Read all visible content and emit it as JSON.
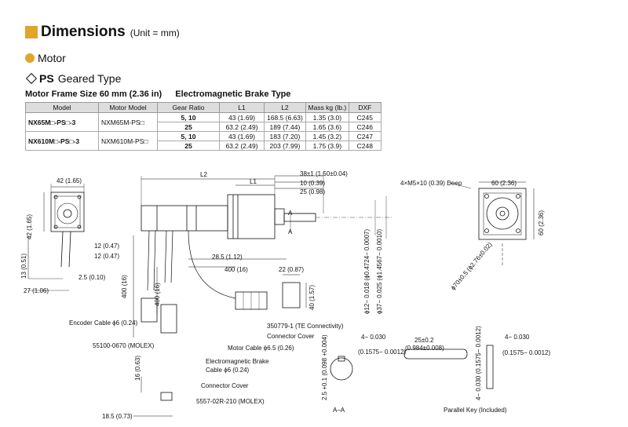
{
  "header": {
    "title": "Dimensions",
    "unit": "(Unit = mm)"
  },
  "section": {
    "motor": "Motor",
    "geared_prefix": "PS",
    "geared_rest": "Geared Type"
  },
  "frame": {
    "size": "Motor Frame Size 60 mm (2.36 in)",
    "brake": "Electromagnetic Brake Type"
  },
  "table": {
    "headers": [
      "Model",
      "Motor Model",
      "Gear Ratio",
      "L1",
      "L2",
      "Mass kg (lb.)",
      "DXF"
    ],
    "rows": [
      {
        "model": "NX65M□-PS□-3",
        "motor_model": "NXM65M-PS□",
        "gear": "5, 10",
        "l1": "43 (1.69)",
        "l2": "168.5 (6.63)",
        "mass": "1.35 (3.0)",
        "dxf": "C245"
      },
      {
        "model": "",
        "motor_model": "",
        "gear": "25",
        "l1": "63.2 (2.49)",
        "l2": "189 (7.44)",
        "mass": "1.65 (3.6)",
        "dxf": "C246"
      },
      {
        "model": "NX610M□-PS□-3",
        "motor_model": "NXM610M-PS□",
        "gear": "5, 10",
        "l1": "43 (1.69)",
        "l2": "183 (7.20)",
        "mass": "1.45 (3.2)",
        "dxf": "C247"
      },
      {
        "model": "",
        "motor_model": "",
        "gear": "25",
        "l1": "63.2 (2.49)",
        "l2": "203 (7.99)",
        "mass": "1.75 (3.9)",
        "dxf": "C248"
      }
    ]
  },
  "drawing": {
    "front_width": "42 (1.65)",
    "front_height": "42 (1.65)",
    "dim_13": "13 (0.51)",
    "dim_2_5": "2.5 (0.10)",
    "dim_27": "27 (1.06)",
    "dim_12a": "12 (0.47)",
    "dim_12b": "12 (0.47)",
    "dim_400a": "400 (16)",
    "dim_400b": "400 (16)",
    "dim_16": "16 (0.63)",
    "dim_18_5": "18.5 (0.73)",
    "l2": "L2",
    "l1": "L1",
    "dim_38": "38±1 (1.50±0.04)",
    "dim_10": "10 (0.39)",
    "dim_25": "25 (0.98)",
    "dim_28_5": "28.5 (1.12)",
    "dim_400c": "400 (16)",
    "dim_22": "22 (0.87)",
    "dim_40": "40 (1.57)",
    "shaft_dia1": "ϕ12− 0.018 (ϕ0.4724− 0.0007)",
    "shaft_dia2": "ϕ37− 0.025 (ϕ1.4567− 0.0010)",
    "section_a1": "A",
    "section_a2": "A",
    "tap": "4×M5×10 (0.39) Deep",
    "side_width": "60 (2.36)",
    "side_height": "60 (2.36)",
    "pcd": "ϕ70±0.5 (ϕ2.76±0.02)",
    "encoder_cable": "Encoder Cable ϕ6 (0.24)",
    "molex1": "55100-0670 (MOLEX)",
    "connector_te": "350779-1 (TE Connectivity)",
    "connector_cover1": "Connector Cover",
    "motor_cable": "Motor Cable ϕ6.5 (0.26)",
    "brake_cable1": "Electromagnetic Brake",
    "brake_cable2": "Cable ϕ6 (0.24)",
    "connector_cover2": "Connector Cover",
    "molex2": "5557-02R-210 (MOLEX)",
    "key_top": "4− 0.030",
    "key_top2": "(0.1575− 0.0012)",
    "key_len": "25±0.2",
    "key_len2": "(0.984±0.008)",
    "key_w": "4− 0.030",
    "key_w2": "(0.1575− 0.0012)",
    "aa_dim": "2.5 +0.1 (0.098 +0.004)",
    "key_h": "4− 0.030 (0.1575− 0.0012)",
    "aa_label": "A–A",
    "parallel_key": "Parallel Key (Included)"
  },
  "colors": {
    "accent": "#e0a52a",
    "table_header": "#dddddd"
  }
}
